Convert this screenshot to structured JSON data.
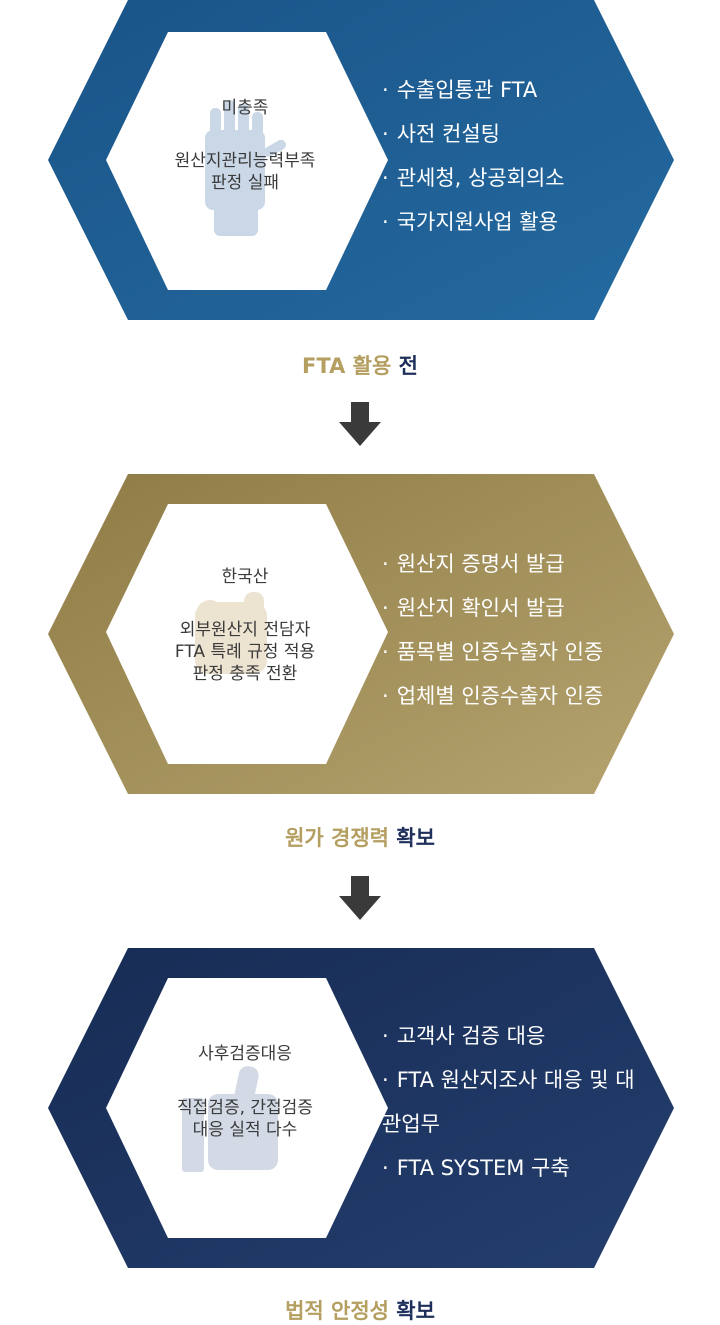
{
  "stages": [
    {
      "inner_title": "미충족",
      "inner_desc": [
        "원산지관리능력부족",
        "판정 실패"
      ],
      "icon": "hand-icon",
      "bullets": [
        "수출입통관 FTA",
        "사전 컨설팅",
        "관세청, 상공회의소",
        "국가지원사업 활용"
      ],
      "caption_gold": "FTA 활용",
      "caption_navy": "전"
    },
    {
      "inner_title": "한국산",
      "inner_desc": [
        "외부원산지 전담자",
        "FTA 특례 규정 적용",
        "판정 충족 전환"
      ],
      "icon": "ok-hand-icon",
      "bullets": [
        "원산지 증명서 발급",
        "원산지 확인서 발급",
        "품목별 인증수출자 인증",
        "업체별 인증수출자 인증"
      ],
      "caption_gold": "원가 경쟁력",
      "caption_navy": "확보"
    },
    {
      "inner_title": "사후검증대응",
      "inner_desc": [
        "직접검증, 간접검증",
        "대응 실적 다수"
      ],
      "icon": "thumbs-up-icon",
      "bullets": [
        "고객사 검증 대응",
        "FTA 원산지조사 대응 및 대관업무",
        "FTA SYSTEM 구축"
      ],
      "caption_gold": "법적 안정성",
      "caption_navy": "확보"
    }
  ],
  "bullet_mark": "·",
  "colors": {
    "blue": "#1f5e92",
    "gold": "#a08c55",
    "navy": "#1d3460",
    "caption_gold": "#b49e60",
    "caption_navy": "#1d2f5a",
    "arrow": "#3a3a3a"
  }
}
